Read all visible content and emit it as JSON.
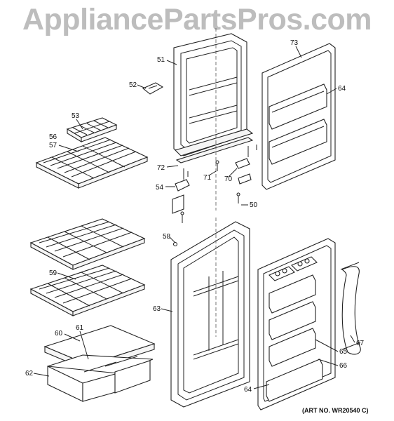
{
  "watermark": "AppliancePartsPros.com",
  "art_number": "(ART NO. WR20540 C)",
  "callouts": {
    "c51": "51",
    "c52": "52",
    "c53": "53",
    "c56": "56",
    "c57": "57",
    "c72": "72",
    "c71": "71",
    "c70": "70",
    "c54": "54",
    "c50": "50",
    "c73": "73",
    "c64a": "64",
    "c58": "58",
    "c59": "59",
    "c63": "63",
    "c60": "60",
    "c61": "61",
    "c62": "62",
    "c65": "65",
    "c66": "66",
    "c67": "67",
    "c64b": "64"
  }
}
